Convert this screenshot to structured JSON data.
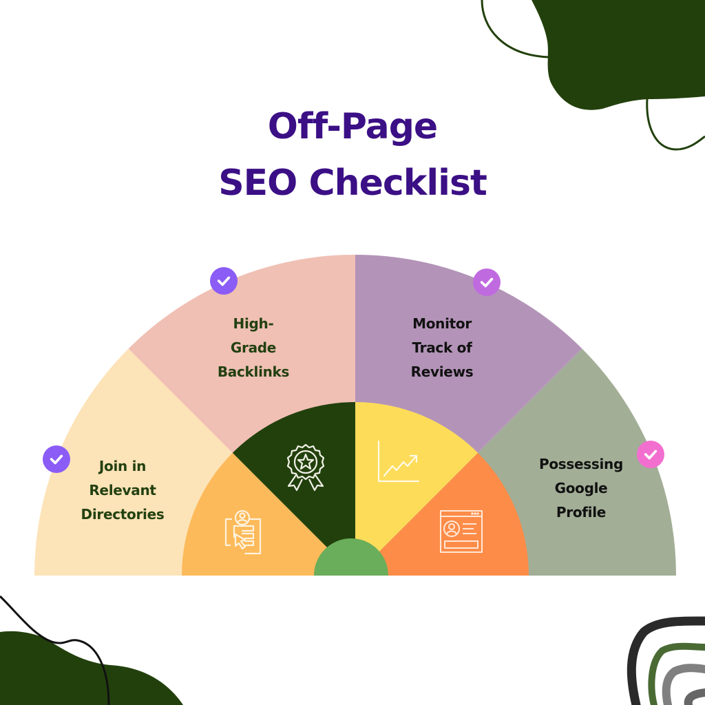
{
  "title": {
    "line1": "Off-Page",
    "line2": "SEO Checklist",
    "color": "#3b0f85"
  },
  "checklist_items": [
    {
      "lines": [
        "Join in",
        "Relevant",
        "Directories"
      ],
      "sector_color": "#fde3b8",
      "text_color": "#224010",
      "check_color": "#8b5cf6",
      "icon": "profile-click-icon",
      "icon_sector_color": "#fdba5a"
    },
    {
      "lines": [
        "High-",
        "Grade",
        "Backlinks"
      ],
      "sector_color": "#f0c0b4",
      "text_color": "#224010",
      "check_color": "#8b5cf6",
      "icon": "award-badge-icon",
      "icon_sector_color": "#22400c"
    },
    {
      "lines": [
        "Monitor",
        "Track of",
        "Reviews"
      ],
      "sector_color": "#b394b8",
      "text_color": "#111111",
      "check_color": "#c06ae0",
      "icon": "growth-chart-icon",
      "icon_sector_color": "#fddc5a"
    },
    {
      "lines": [
        "Possessing",
        "Google",
        "Profile"
      ],
      "sector_color": "#a2ae96",
      "text_color": "#111111",
      "check_color": "#f26fcf",
      "icon": "profile-window-icon",
      "icon_sector_color": "#fd8c48"
    }
  ],
  "hub_color": "#6aad5a",
  "decor": {
    "blob_color": "#22400c",
    "ring_colors": [
      "#2a2a2a",
      "#4a6a34",
      "#808080",
      "#666666"
    ]
  }
}
